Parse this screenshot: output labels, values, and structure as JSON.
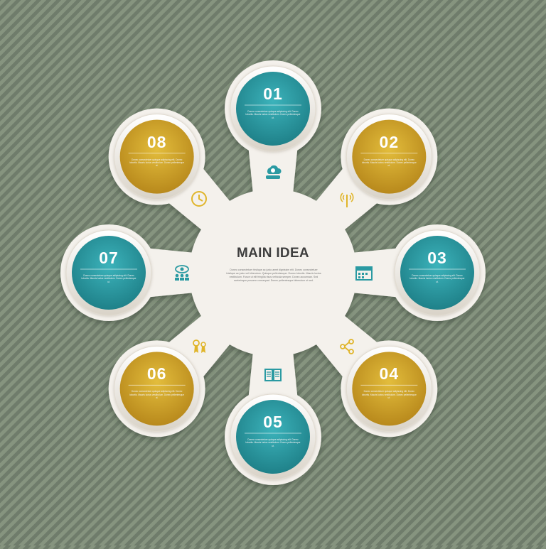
{
  "main": {
    "title": "MAIN IDEA",
    "text": "Donec consectetuer tristique ac justo amet dignissim elit. Donec consectetuer tristique ac justo vel bibendum. Quisque pellentesque. Donec lobortis. Mauris luctus vestibulum. Fusce ut elit fringilla risus vehicula semper. Donec accumsan. Sed scelerisque posuere consequat. Donec pellentesque bibendum ut sed."
  },
  "colors": {
    "teal": "#2a9aa2",
    "gold": "#d4a52a",
    "shape": "#f4f1ec",
    "icon_teal": "#2a9aa2",
    "icon_gold": "#e0b52a",
    "background": "#7d8a79"
  },
  "steps": [
    {
      "label": "01",
      "color": "teal",
      "text": "Donec consectetuer quisque adipiscing elit. Donec lobortis. Mauris luctus vestibulum. Donec pellentesque ut.",
      "icon": "cloud-person-icon"
    },
    {
      "label": "02",
      "color": "gold",
      "text": "Donec consectetuer quisque adipiscing elit. Donec lobortis. Mauris luctus vestibulum. Donec pellentesque ut.",
      "icon": "antenna-icon"
    },
    {
      "label": "03",
      "color": "teal",
      "text": "Donec consectetuer quisque adipiscing elit. Donec lobortis. Mauris luctus vestibulum. Donec pellentesque ut.",
      "icon": "calendar-icon"
    },
    {
      "label": "04",
      "color": "gold",
      "text": "Donec consectetuer quisque adipiscing elit. Donec lobortis. Mauris luctus vestibulum. Donec pellentesque ut.",
      "icon": "share-icon"
    },
    {
      "label": "05",
      "color": "teal",
      "text": "Donec consectetuer quisque adipiscing elit. Donec lobortis. Mauris luctus vestibulum. Donec pellentesque ut.",
      "icon": "book-icon"
    },
    {
      "label": "06",
      "color": "gold",
      "text": "Donec consectetuer quisque adipiscing elit. Donec lobortis. Mauris luctus vestibulum. Donec pellentesque ut.",
      "icon": "award-icon"
    },
    {
      "label": "07",
      "color": "teal",
      "text": "Donec consectetuer quisque adipiscing elit. Donec lobortis. Mauris luctus vestibulum. Donec pellentesque ut.",
      "icon": "presentation-icon"
    },
    {
      "label": "08",
      "color": "gold",
      "text": "Donec consectetuer quisque adipiscing elit. Donec lobortis. Mauris luctus vestibulum. Donec pellentesque ut.",
      "icon": "clock-icon"
    }
  ]
}
